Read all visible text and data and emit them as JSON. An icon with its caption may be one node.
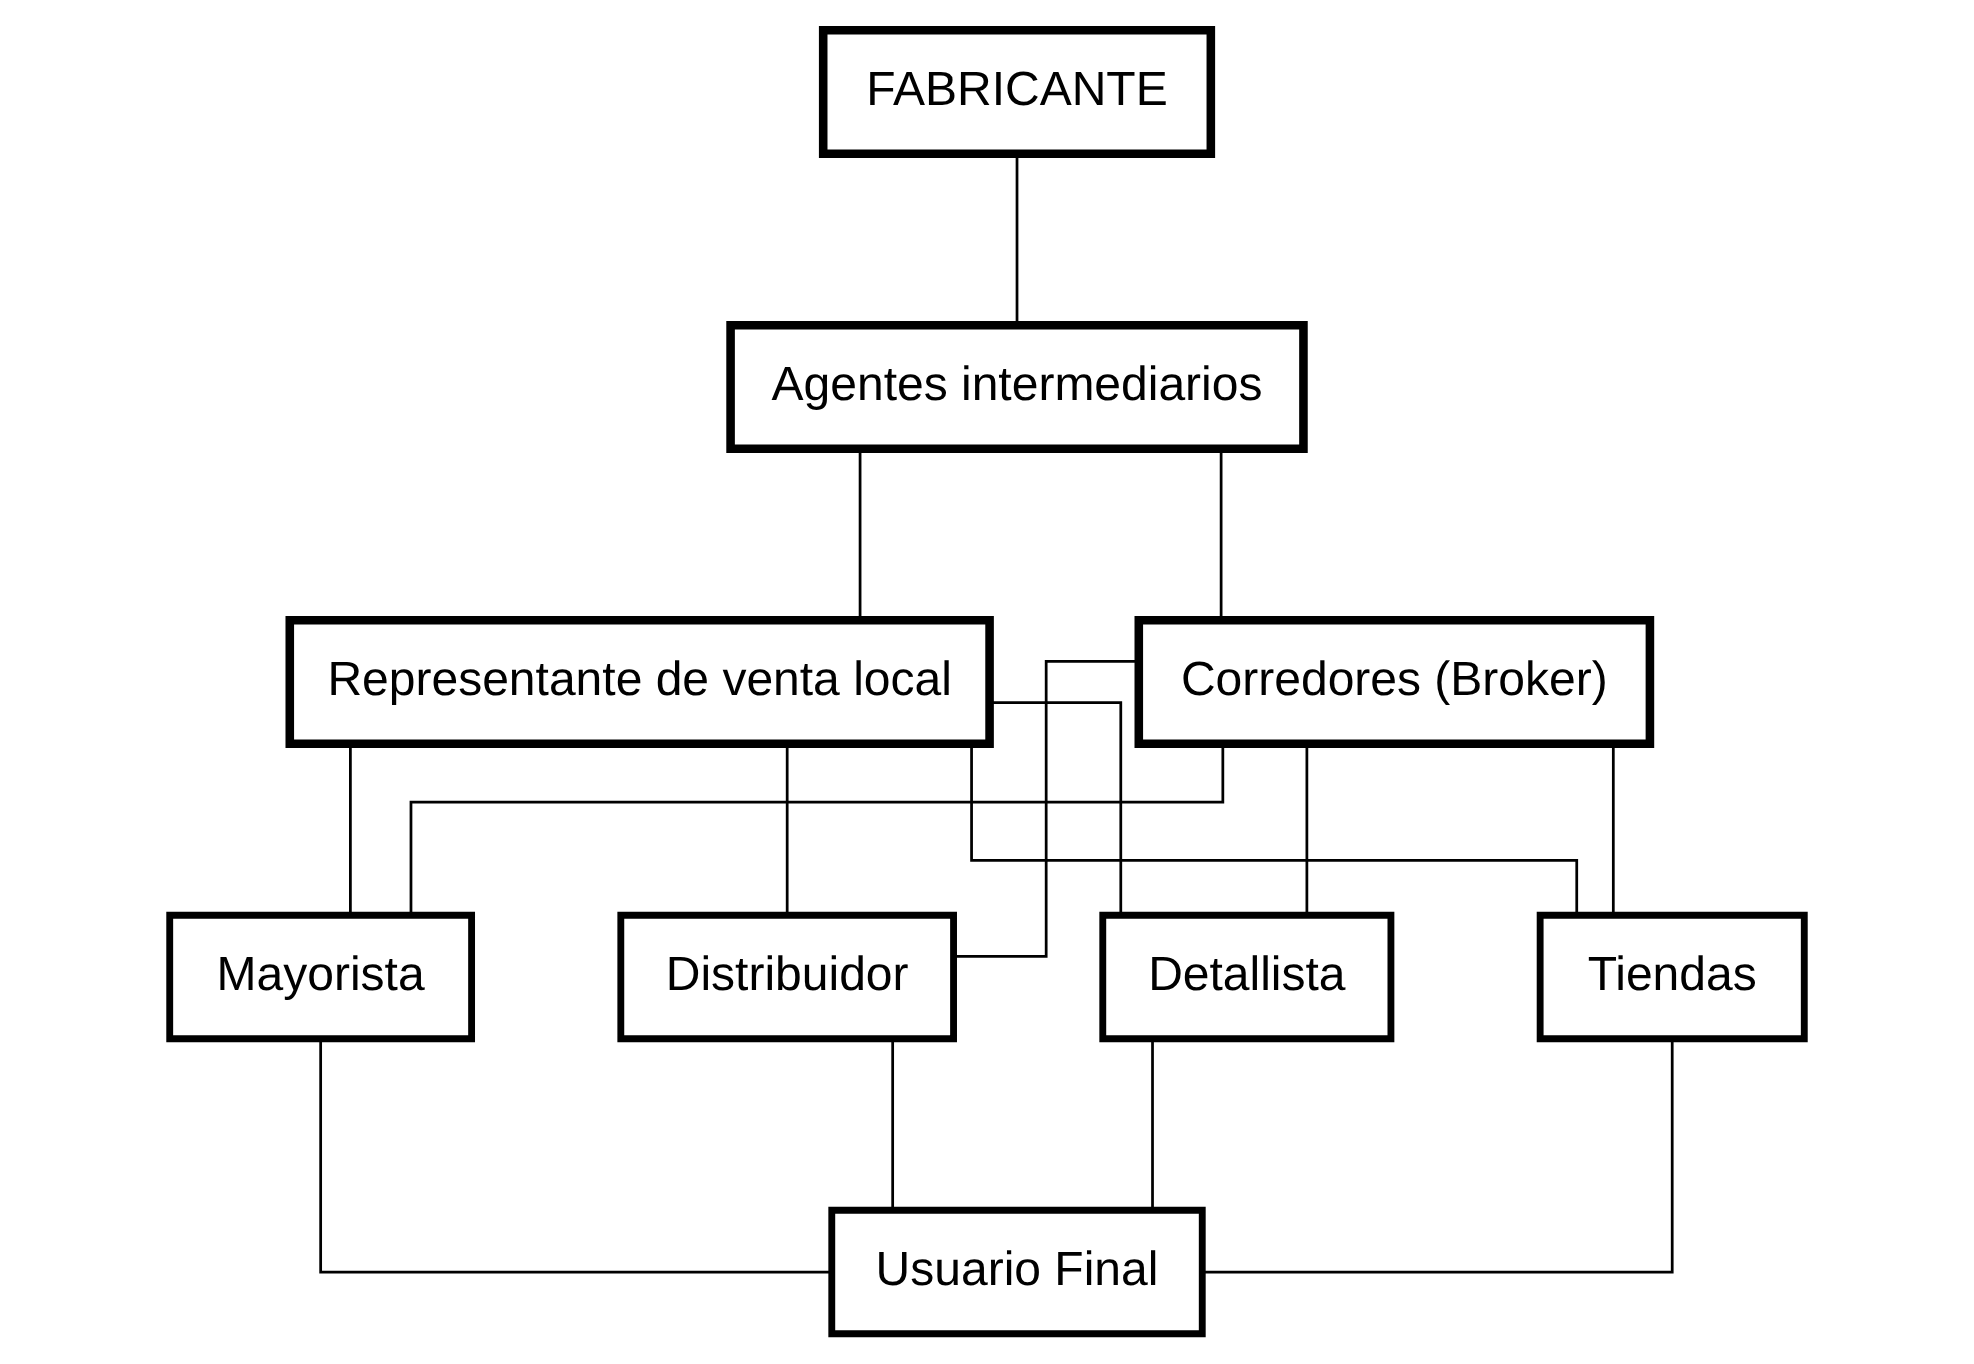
{
  "diagram": {
    "nodes": [
      {
        "text": [
          "FABRICANTE"
        ]
      },
      {
        "text": [
          "Agentes intermediarios"
        ]
      },
      {
        "text": [
          "Representante de venta local"
        ]
      },
      {
        "text": [
          "Corredores (Broker)"
        ]
      },
      {
        "text": [
          "Mayorista"
        ]
      },
      {
        "text": [
          "Distribuidor"
        ]
      },
      {
        "text": [
          "Detallista"
        ]
      },
      {
        "text": [
          "Tiendas"
        ]
      },
      {
        "text": [
          "Usuario Final"
        ]
      }
    ],
    "edges": [
      {
        "from": 0,
        "to": 1,
        "arrow": "none"
      },
      {
        "from": 1,
        "to": 2,
        "arrow": "none"
      },
      {
        "from": 1,
        "to": 3,
        "arrow": "none"
      },
      {
        "from": 2,
        "to": 4,
        "arrow": "none"
      },
      {
        "from": 2,
        "to": 5,
        "arrow": "none"
      },
      {
        "from": 2,
        "to": 6,
        "arrow": "none"
      },
      {
        "from": 2,
        "to": 7,
        "arrow": "none"
      },
      {
        "from": 3,
        "to": 4,
        "arrow": "none"
      },
      {
        "from": 3,
        "to": 5,
        "arrow": "none"
      },
      {
        "from": 3,
        "to": 6,
        "arrow": "none"
      },
      {
        "from": 3,
        "to": 7,
        "arrow": "none"
      },
      {
        "from": 4,
        "to": 8,
        "arrow": "none"
      },
      {
        "from": 5,
        "to": 8,
        "arrow": "none"
      },
      {
        "from": 6,
        "to": 8,
        "arrow": "none"
      },
      {
        "from": 7,
        "to": 8,
        "arrow": "none"
      }
    ]
  }
}
